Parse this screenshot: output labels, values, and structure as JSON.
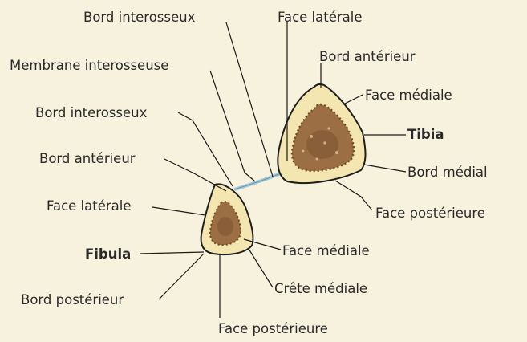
{
  "labels": {
    "bord_interosseux_tibia": "Bord interosseux",
    "face_laterale_tibia": "Face latérale",
    "membrane_interosseuse": "Membrane interosseuse",
    "bord_anterieur_tibia": "Bord antérieur",
    "face_mediale_tibia": "Face médiale",
    "bord_interosseux_fibula": "Bord interosseux",
    "tibia": "Tibia",
    "bord_anterieur_fibula": "Bord antérieur",
    "bord_medial_tibia": "Bord médial",
    "face_laterale_fibula": "Face latérale",
    "face_posterieure_tibia": "Face postérieure",
    "fibula": "Fibula",
    "face_mediale_fibula": "Face médiale",
    "crete_mediale": "Crête médiale",
    "bord_posterieur_fibula": "Bord postérieur",
    "face_posterieure_fibula": "Face postérieure"
  },
  "colors": {
    "background": "#f6f2dd",
    "bone_cortex": "#f4e6b0",
    "bone_outline": "#1e1e1e",
    "marrow": "#9b6e43",
    "marrow_dark": "#6e4a2b",
    "membrane": "#9fc7d8"
  }
}
